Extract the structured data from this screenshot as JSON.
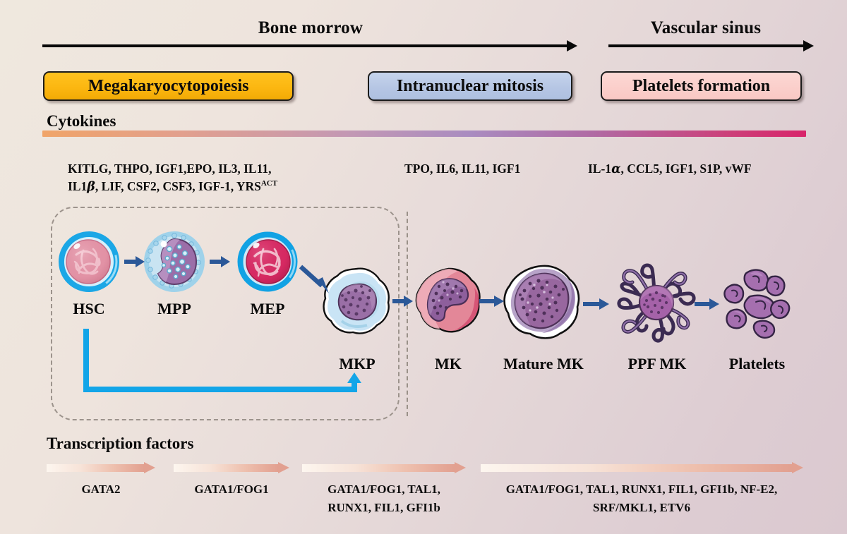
{
  "regions": [
    {
      "label": "Bone morrow"
    },
    {
      "label": "Vascular sinus"
    }
  ],
  "stages": [
    {
      "label": "Megakaryocytopoiesis",
      "color": "#fcb711"
    },
    {
      "label": "Intranuclear mitosis",
      "color": "#b6c6e4"
    },
    {
      "label": "Platelets formation",
      "color": "#fbcfcb"
    }
  ],
  "cytokines": {
    "heading": "Cytokines",
    "bar_gradient": [
      "#f0a468",
      "#a98cc0",
      "#d8246a"
    ],
    "groups": [
      {
        "line1": "KITLG, THPO, IGF1,EPO, IL3, IL11,",
        "line2_pre": "IL1",
        "line2_greek": "β",
        "line2_post": ", LIF, CSF2, CSF3, IGF-1, YRS",
        "line2_sup": "ACT"
      },
      {
        "line1": "TPO, IL6, IL11, IGF1"
      },
      {
        "line1_pre": "IL-1",
        "line1_greek": "α",
        "line1_post": ", CCL5, IGF1, S1P, vWF"
      }
    ]
  },
  "cells": [
    {
      "name": "HSC",
      "type": "hsc-cell"
    },
    {
      "name": "MPP",
      "type": "mpp-cell"
    },
    {
      "name": "MEP",
      "type": "mep-cell"
    },
    {
      "name": "MKP",
      "type": "mkp-cell"
    },
    {
      "name": "MK",
      "type": "mk-cell"
    },
    {
      "name": "Mature MK",
      "type": "mature-mk-cell"
    },
    {
      "name": "PPF MK",
      "type": "ppf-mk-cell"
    },
    {
      "name": "Platelets",
      "type": "platelets-cell"
    }
  ],
  "feedback_arrow": {
    "color": "#12a5e8",
    "from": "HSC",
    "to": "MKP"
  },
  "transcription": {
    "heading": "Transcription factors",
    "arrow_color": "#e2a090",
    "groups": [
      {
        "lines": [
          "GATA2"
        ]
      },
      {
        "lines": [
          "GATA1/FOG1"
        ]
      },
      {
        "lines": [
          "GATA1/FOG1, TAL1,",
          "RUNX1, FIL1, GFI1b"
        ]
      },
      {
        "lines": [
          "GATA1/FOG1, TAL1, RUNX1, FIL1, GFI1b, NF-E2,",
          "SRF/MKL1, ETV6"
        ]
      }
    ]
  },
  "colors": {
    "background_start": "#efe8de",
    "background_end": "#dbc9d0",
    "blue_arrow": "#2b5898",
    "cyan": "#12a5e8",
    "dash_gray": "#9c938c"
  }
}
